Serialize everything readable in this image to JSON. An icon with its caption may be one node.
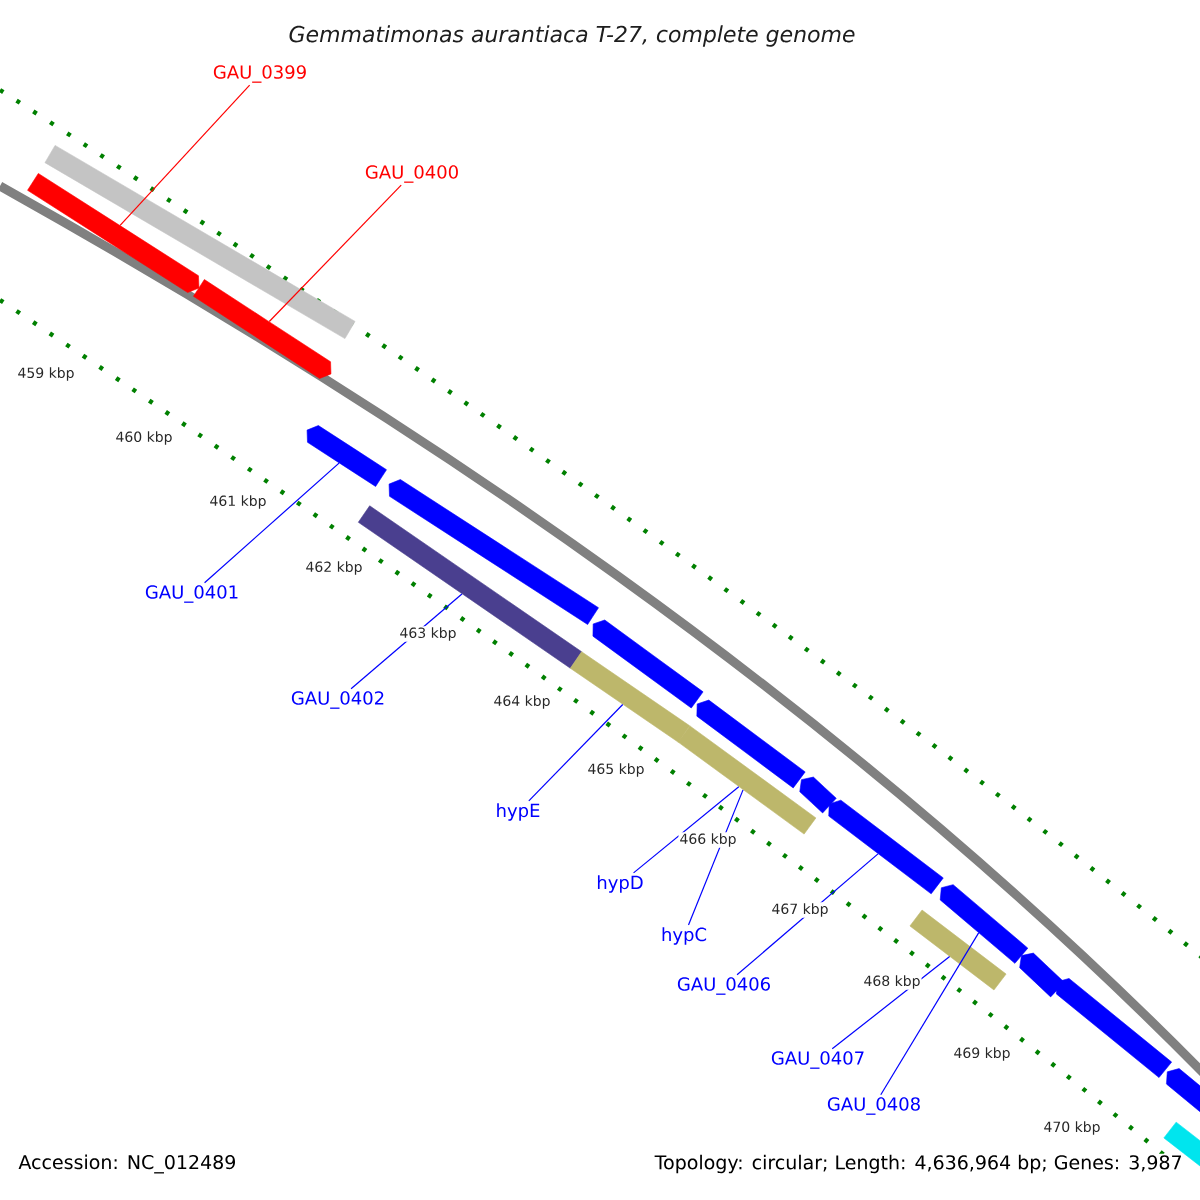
{
  "diagram": {
    "title": "Gemmatimonas aurantiaca T-27, complete genome",
    "nodes": [
      {
        "text": [
          "GAU_0399"
        ]
      },
      {
        "text": [
          "GAU_0400"
        ]
      },
      {
        "text": [
          "GAU_0401"
        ]
      },
      {
        "text": [
          "GAU_0402"
        ]
      },
      {
        "text": [
          "hypE"
        ]
      },
      {
        "text": [
          "hypD"
        ]
      },
      {
        "text": [
          "hypC"
        ]
      },
      {
        "text": [
          "GAU_0406"
        ]
      },
      {
        "text": [
          "GAU_0407"
        ]
      },
      {
        "text": [
          "GAU_0408"
        ]
      },
      {
        "text": [],
        "shape": "bar"
      },
      {
        "text": [],
        "shape": "bar"
      },
      {
        "text": [],
        "shape": "bar"
      },
      {
        "text": [],
        "shape": "bar"
      },
      {
        "text": [],
        "shape": "bar"
      },
      {
        "text": [],
        "shape": "bar"
      },
      {
        "text": [],
        "shape": "bar"
      },
      {
        "text": [],
        "shape": "bar"
      },
      {
        "text": [],
        "shape": "bar"
      },
      {
        "text": [],
        "shape": "bar"
      },
      {
        "text": [],
        "shape": "bar"
      },
      {
        "text": [],
        "shape": "bar"
      },
      {
        "text": [],
        "shape": "bar"
      },
      {
        "text": [],
        "shape": "bar"
      },
      {
        "text": [],
        "shape": "bar"
      },
      {
        "text": [],
        "shape": "bar"
      },
      {
        "text": [],
        "shape": "bar"
      },
      {
        "text": [],
        "shape": "bar"
      }
    ],
    "edges": [
      {
        "from": 0,
        "to": 11,
        "arrow": "none",
        "color": "#ff0000"
      },
      {
        "from": 1,
        "to": 12,
        "arrow": "none",
        "color": "#ff0000"
      },
      {
        "from": 2,
        "to": 13,
        "arrow": "none"
      },
      {
        "from": 3,
        "to": 14,
        "arrow": "none"
      },
      {
        "from": 4,
        "to": 15,
        "arrow": "none"
      },
      {
        "from": 5,
        "to": 16,
        "arrow": "none"
      },
      {
        "from": 6,
        "to": 16,
        "arrow": "none"
      },
      {
        "from": 7,
        "to": 22,
        "arrow": "none"
      },
      {
        "from": 8,
        "to": 17,
        "arrow": "none"
      },
      {
        "from": 9,
        "to": 23,
        "arrow": "none"
      }
    ],
    "labels": [
      "459 kbp",
      "460 kbp",
      "461 kbp",
      "462 kbp",
      "463 kbp",
      "464 kbp",
      "465 kbp",
      "466 kbp",
      "467 kbp",
      "468 kbp",
      "469 kbp",
      "470 kbp",
      "Accession: NC_012489",
      "Topology: circular; Length: 4,636,964 bp; Genes: 3,987"
    ]
  }
}
